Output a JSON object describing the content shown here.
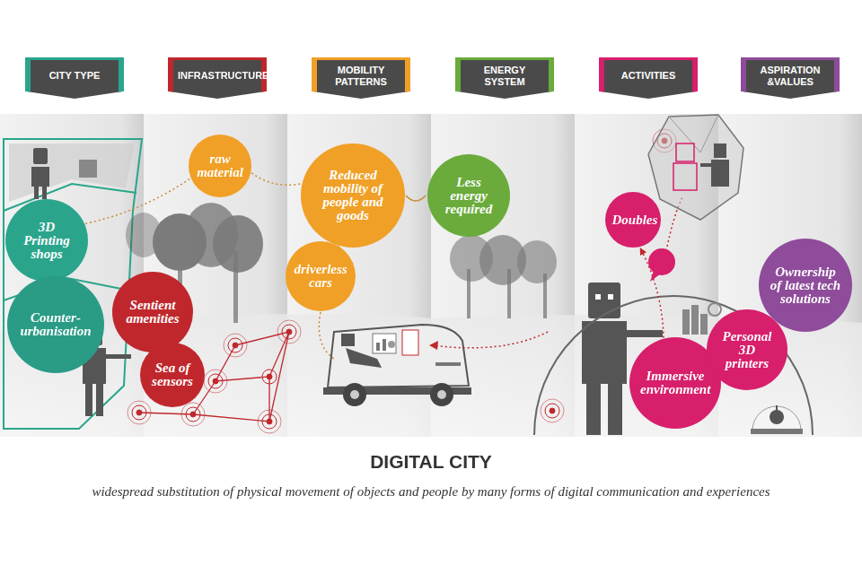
{
  "diagram": {
    "title": "DIGITAL CITY",
    "caption": "widespread substitution of physical movement of objects and people by many forms of digital communication and experiences",
    "nodes": [
      {
        "text": [
          "CITY TYPE"
        ]
      },
      {
        "text": [
          "INFRASTRUCTURE"
        ]
      },
      {
        "text": [
          "MOBILITY PATTERNS"
        ]
      },
      {
        "text": [
          "ENERGY SYSTEM"
        ]
      },
      {
        "text": [
          "ACTIVITIES"
        ]
      },
      {
        "text": [
          "ASPIRATION &VALUES"
        ]
      },
      {
        "text": [
          "3D Printing shops"
        ]
      },
      {
        "text": [
          "Counter-urbanisation"
        ]
      },
      {
        "text": [
          "raw material"
        ]
      },
      {
        "text": [
          "Sentient amenities"
        ]
      },
      {
        "text": [
          "Sea of sensors"
        ]
      },
      {
        "text": [
          "Reduced mobility of people and goods"
        ]
      },
      {
        "text": [
          "driverless cars"
        ]
      },
      {
        "text": [
          "Less energy required"
        ]
      },
      {
        "text": [
          "Doubles"
        ]
      },
      {
        "text": [
          "Immersive environment"
        ]
      },
      {
        "text": [
          "Personal 3D printers"
        ]
      },
      {
        "text": [
          "Ownership of latest tech solutions"
        ]
      }
    ],
    "edges": [
      {
        "from": 6,
        "to": 8,
        "arrow": "none"
      },
      {
        "from": 8,
        "to": 11,
        "arrow": "none"
      },
      {
        "from": 12,
        "to": 11,
        "arrow": "none"
      },
      {
        "from": 11,
        "to": 13,
        "arrow": "none"
      },
      {
        "from": 15,
        "to": 14,
        "arrow": "to"
      }
    ]
  }
}
